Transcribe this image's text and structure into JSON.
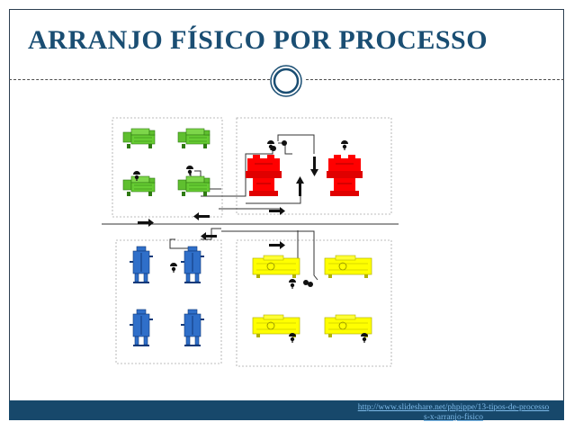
{
  "slide": {
    "title": "ARRANJO FÍSICO POR PROCESSO",
    "source_link": "http://www.slideshare.net/phpippe/13-tipos-de-processos-x-arranjo-fisico"
  },
  "colors": {
    "title": "#1a4e73",
    "footer_bar": "#17486b",
    "link": "#7db9e8",
    "green_dept": "#66cc33",
    "red_dept": "#ff0000",
    "blue_dept": "#2f6fc9",
    "yellow_dept": "#ffff00"
  },
  "diagram": {
    "departments": [
      {
        "name": "green",
        "machine_icon": "lathe-machine-icon",
        "count": 4
      },
      {
        "name": "red",
        "machine_icon": "press-machine-icon",
        "count": 2
      },
      {
        "name": "blue",
        "machine_icon": "drill-machine-icon",
        "count": 4
      },
      {
        "name": "yellow",
        "machine_icon": "milling-machine-icon",
        "count": 4
      }
    ],
    "icons": [
      "flow-arrow-icon",
      "operator-icon",
      "medallion-icon"
    ]
  }
}
